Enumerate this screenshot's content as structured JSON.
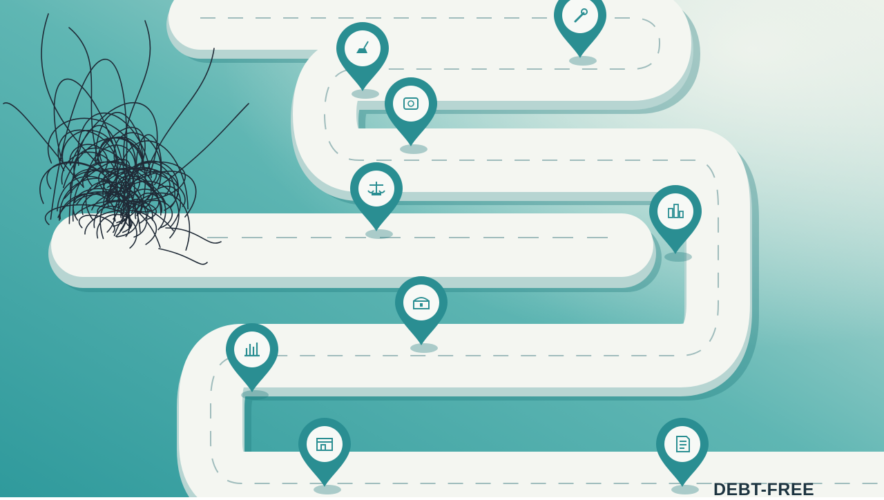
{
  "illustration": {
    "subject": "winding-road-to-debt-free",
    "finish_label": "DEBT-FREE",
    "colors": {
      "background_teal": "#3aa3a5",
      "background_light": "#e2ece4",
      "road_surface": "#f4f6f1",
      "road_edge": "#b7d5d2",
      "pin": "#2a8e92",
      "pin_inner": "#f7f9f6",
      "tangle": "#1f2a36",
      "lane_marking": "#9fbcbc"
    },
    "markers": [
      {
        "id": "marker-1",
        "icon": "wrench-icon"
      },
      {
        "id": "marker-2",
        "icon": "vacuum-icon"
      },
      {
        "id": "marker-3",
        "icon": "safe-box-icon"
      },
      {
        "id": "marker-4",
        "icon": "balance-scale-icon"
      },
      {
        "id": "marker-5",
        "icon": "building-chart-icon"
      },
      {
        "id": "marker-6",
        "icon": "treasure-chest-icon"
      },
      {
        "id": "marker-7",
        "icon": "bar-chart-icon"
      },
      {
        "id": "marker-8",
        "icon": "store-icon"
      },
      {
        "id": "marker-9",
        "icon": "document-icon"
      }
    ]
  }
}
